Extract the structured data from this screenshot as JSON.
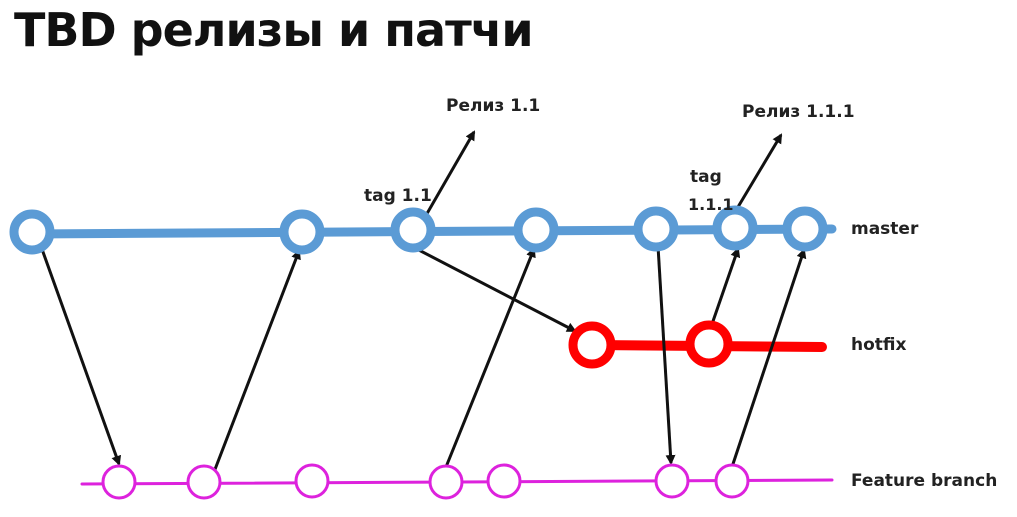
{
  "title": "TBD релизы и патчи",
  "colors": {
    "master": "#5b9bd5",
    "hotfix": "#ff0000",
    "feature": "#dd22dd",
    "arrow": "#111111",
    "text": "#222222"
  },
  "branches": {
    "master": "master",
    "hotfix": "hotfix",
    "feature": "Feature branch"
  },
  "tags": {
    "tag_11": "tag 1.1",
    "tag_111_line1": "tag",
    "tag_111_line2": "1.1.1"
  },
  "releases": {
    "release_11": "Релиз 1.1",
    "release_111": "Релиз 1.1.1"
  }
}
